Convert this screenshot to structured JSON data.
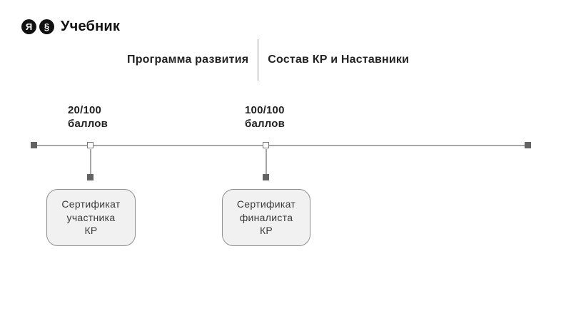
{
  "logo": {
    "mark1": "Я",
    "mark2": "§",
    "text": "Учебник"
  },
  "header": {
    "tab1": "Программа развития",
    "tab2": "Состав КР и Наставники"
  },
  "timeline": {
    "milestones": [
      {
        "score": "20/100\nбаллов",
        "certificate": "Сертификат\nучастника\nКР"
      },
      {
        "score": "100/100\nбаллов",
        "certificate": "Сертификат\nфиналиста\nКР"
      }
    ]
  },
  "colors": {
    "background": "#ffffff",
    "logo_black": "#111111",
    "text_dark": "#222222",
    "line_gray": "#a6a6a6",
    "marker_fill": "#636363",
    "box_fill": "#f1f1f1",
    "box_border": "#8f8f8f",
    "divider_gray": "#999999"
  }
}
